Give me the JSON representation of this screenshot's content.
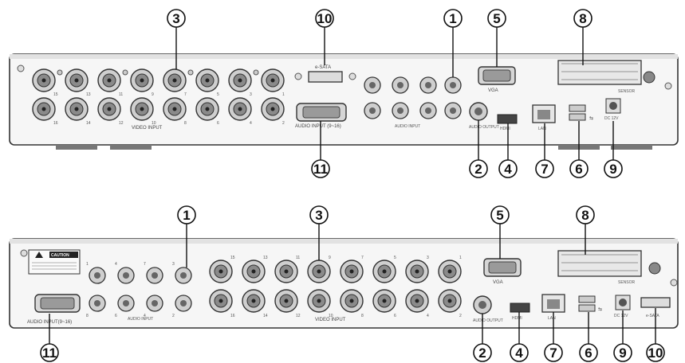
{
  "top_panel": {
    "labels": {
      "video_input": "VIDEO INPUT",
      "esata": "e-SATA",
      "audio_input_9_16": "AUDIO INPUT (9~16)",
      "audio_input": "AUDIO INPUT",
      "audio_output": "AUDIO OUTPUT",
      "vga": "VGA",
      "hdmi": "HDMI",
      "lan": "LAN",
      "sensor": "SENSOR",
      "dc": "DC 12V"
    },
    "bnc_top_numbers": [
      "15",
      "13",
      "11",
      "9",
      "7",
      "5",
      "3",
      "1"
    ],
    "bnc_bottom_numbers": [
      "16",
      "14",
      "12",
      "10",
      "8",
      "6",
      "4",
      "2"
    ],
    "callouts": [
      "3",
      "10",
      "1",
      "5",
      "8",
      "11",
      "2",
      "4",
      "7",
      "6",
      "9"
    ]
  },
  "bottom_panel": {
    "labels": {
      "caution": "CAUTION",
      "audio_input_9_16": "AUDIO INPUT(9~16)",
      "audio_input": "AUDIO INPUT",
      "video_input": "VIDEO INPUT",
      "audio_output": "AUDIO OUTPUT",
      "vga": "VGA",
      "hdmi": "HDMI",
      "lan": "LAN",
      "sensor": "SENSOR",
      "dc": "DC 12V",
      "esata": "e-SATA"
    },
    "bnc_top_numbers": [
      "15",
      "13",
      "11",
      "9",
      "7",
      "5",
      "3",
      "1"
    ],
    "bnc_bottom_numbers": [
      "16",
      "14",
      "12",
      "10",
      "8",
      "6",
      "4",
      "2"
    ],
    "audio_top_numbers": [
      "1",
      "4",
      "7",
      "3"
    ],
    "audio_bottom_numbers": [
      "8",
      "6",
      "4",
      "2"
    ],
    "callouts": [
      "1",
      "3",
      "5",
      "8",
      "11",
      "2",
      "4",
      "7",
      "6",
      "9",
      "10"
    ]
  },
  "colors": {
    "panel": "#f4f4f4",
    "outline": "#333333",
    "connector": "#8a8a8a"
  }
}
